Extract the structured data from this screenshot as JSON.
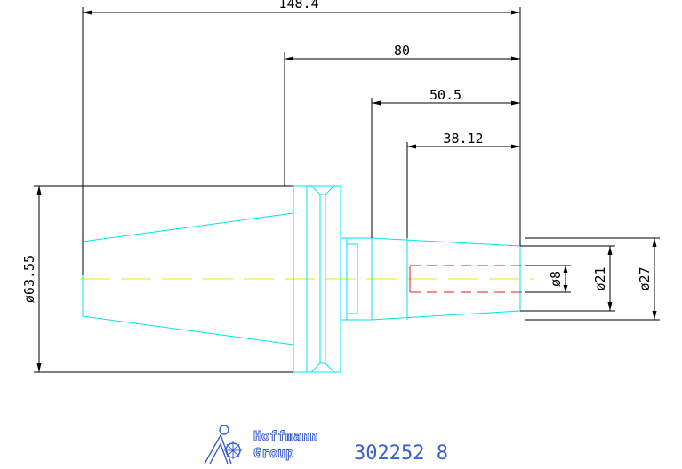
{
  "drawing": {
    "colors": {
      "dimension": "#000000",
      "part_outline": "#00e5ee",
      "centerline": "#e8e800",
      "hidden_bore": "#e81818",
      "logo": "#3a5fcd",
      "part_number": "#3a5fcd"
    },
    "dimensions": {
      "overall_length": "148.4",
      "taper_length": "80",
      "neck_length": "50.5",
      "shank_length": "38.12",
      "flange_diameter": "ø63.55",
      "bore_diameter": "ø8",
      "tip_diameter": "ø21",
      "shank_diameter": "ø27"
    },
    "title_block": {
      "brand_line1": "Hoffmann",
      "brand_line2": "Group",
      "part_number": "302252 8"
    }
  }
}
